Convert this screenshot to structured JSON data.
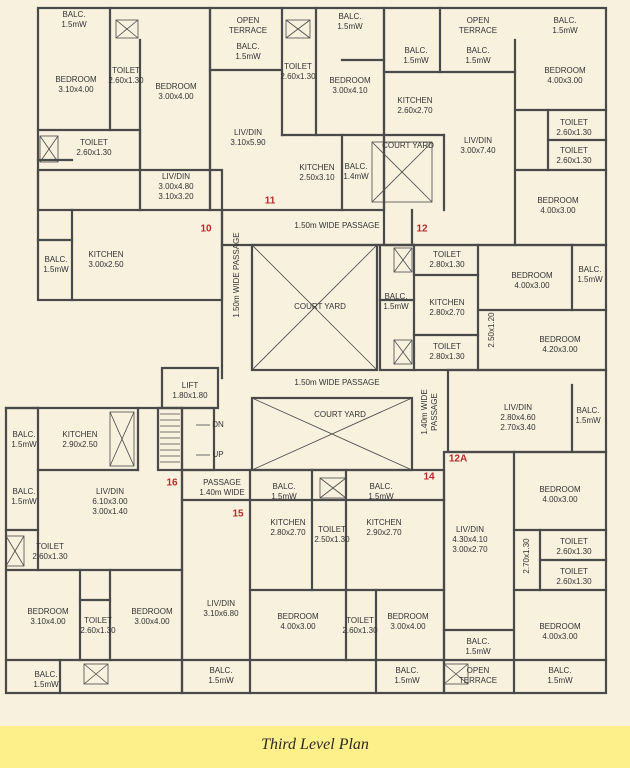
{
  "title": "Third Level Plan",
  "colors": {
    "background": "#f7f1de",
    "wall": "#4a4a4a",
    "caption_bar": "#fdf08a",
    "marker": "#c0262c"
  },
  "rooms": [
    {
      "id": "balc-a1",
      "name": "BALC.",
      "dim": "1.5mW"
    },
    {
      "id": "toilet-a1",
      "name": "TOILET",
      "dim": "2.60x1.30"
    },
    {
      "id": "bed-a1",
      "name": "BEDROOM",
      "dim": "3.10x4.00"
    },
    {
      "id": "bed-a2",
      "name": "BEDROOM",
      "dim": "3.00x4.00"
    },
    {
      "id": "toilet-a2",
      "name": "TOILET",
      "dim": "2.60x1.30"
    },
    {
      "id": "livdin-a",
      "name": "LIV/DIN",
      "dim": "3.00x4.80\n3.10x3.20"
    },
    {
      "id": "balc-a2",
      "name": "BALC.",
      "dim": "1.5mW"
    },
    {
      "id": "kitchen-a",
      "name": "KITCHEN",
      "dim": "3.00x2.50"
    },
    {
      "id": "open-terrace-1",
      "name": "OPEN\nTERRACE",
      "dim": ""
    },
    {
      "id": "balc-b1",
      "name": "BALC.",
      "dim": "1.5mW"
    },
    {
      "id": "livdin-b",
      "name": "LIV/DIN",
      "dim": "3.10x5.90"
    },
    {
      "id": "toilet-b1",
      "name": "TOILET",
      "dim": "2.60x1.30"
    },
    {
      "id": "balc-b2",
      "name": "BALC.",
      "dim": "1.5mW"
    },
    {
      "id": "bed-b1",
      "name": "BEDROOM",
      "dim": "3.00x4.10"
    },
    {
      "id": "kitchen-b",
      "name": "KITCHEN",
      "dim": "2.50x3.10"
    },
    {
      "id": "balc-b3",
      "name": "BALC.",
      "dim": "1.4mW"
    },
    {
      "id": "courtyard-1",
      "name": "COURT YARD",
      "dim": ""
    },
    {
      "id": "balc-c1",
      "name": "BALC.",
      "dim": "1.5mW"
    },
    {
      "id": "kitchen-c",
      "name": "KITCHEN",
      "dim": "2.60x2.70"
    },
    {
      "id": "open-terrace-2",
      "name": "OPEN\nTERRACE",
      "dim": ""
    },
    {
      "id": "balc-c2",
      "name": "BALC.",
      "dim": "1.5mW"
    },
    {
      "id": "livdin-c",
      "name": "LIV/DIN",
      "dim": "3.00x7.40"
    },
    {
      "id": "balc-c3",
      "name": "BALC.",
      "dim": "1.5mW"
    },
    {
      "id": "bed-c1",
      "name": "BEDROOM",
      "dim": "4.00x3.00"
    },
    {
      "id": "toilet-c1",
      "name": "TOILET",
      "dim": "2.60x1.30"
    },
    {
      "id": "toilet-c2",
      "name": "TOILET",
      "dim": "2.60x1.30"
    },
    {
      "id": "bed-c2",
      "name": "BEDROOM",
      "dim": "4.00x3.00"
    },
    {
      "id": "passage-top",
      "name": "1.50m WIDE PASSAGE",
      "dim": ""
    },
    {
      "id": "passage-left",
      "name": "1.50m WIDE PASSAGE",
      "dim": "",
      "rot": true
    },
    {
      "id": "courtyard-2",
      "name": "COURT YARD",
      "dim": ""
    },
    {
      "id": "toilet-d1",
      "name": "TOILET",
      "dim": "2.80x1.30"
    },
    {
      "id": "balc-d1",
      "name": "BALC.",
      "dim": "1.5mW"
    },
    {
      "id": "kitchen-d",
      "name": "KITCHEN",
      "dim": "2.80x2.70"
    },
    {
      "id": "toilet-d2",
      "name": "TOILET",
      "dim": "2.80x1.30"
    },
    {
      "id": "bed-d1",
      "name": "BEDROOM",
      "dim": "4.00x3.00"
    },
    {
      "id": "balc-d2",
      "name": "BALC.",
      "dim": "1.5mW"
    },
    {
      "id": "bed-d2",
      "name": "BEDROOM",
      "dim": "4.20x3.00"
    },
    {
      "id": "dim-d",
      "name": "2.50x1.20",
      "dim": "",
      "rot": true
    },
    {
      "id": "passage-mid",
      "name": "1.50m WIDE PASSAGE",
      "dim": ""
    },
    {
      "id": "lift",
      "name": "LIFT",
      "dim": "1.80x1.80"
    },
    {
      "id": "courtyard-3",
      "name": "COURT YARD",
      "dim": ""
    },
    {
      "id": "passage-right",
      "name": "1.40m WIDE\nPASSAGE",
      "dim": "",
      "rot": true
    },
    {
      "id": "livdin-d",
      "name": "LIV/DIN",
      "dim": "2.80x4.60\n2.70x3.40"
    },
    {
      "id": "balc-d3",
      "name": "BALC.",
      "dim": "1.5mW"
    },
    {
      "id": "balc-e1",
      "name": "BALC.",
      "dim": "1.5mW"
    },
    {
      "id": "kitchen-e",
      "name": "KITCHEN",
      "dim": "2.90x2.50"
    },
    {
      "id": "stair-dn",
      "name": "DN",
      "dim": ""
    },
    {
      "id": "stair-up",
      "name": "UP",
      "dim": ""
    },
    {
      "id": "passage-small",
      "name": "PASSAGE",
      "dim": "1.40m WIDE"
    },
    {
      "id": "balc-e2",
      "name": "BALC.",
      "dim": "1.5mW"
    },
    {
      "id": "livdin-e",
      "name": "LIV/DIN",
      "dim": "6.10x3.00\n3.00x1.40"
    },
    {
      "id": "toilet-e1",
      "name": "TOILET",
      "dim": "2.60x1.30"
    },
    {
      "id": "bed-e1",
      "name": "BEDROOM",
      "dim": "3.10x4.00"
    },
    {
      "id": "toilet-e2",
      "name": "TOILET",
      "dim": "2.60x1.30"
    },
    {
      "id": "bed-e2",
      "name": "BEDROOM",
      "dim": "3.00x4.00"
    },
    {
      "id": "balc-e3",
      "name": "BALC.",
      "dim": "1.5mW"
    },
    {
      "id": "balc-f1",
      "name": "BALC.",
      "dim": "1.5mW"
    },
    {
      "id": "balc-f2",
      "name": "BALC.",
      "dim": "1.5mW"
    },
    {
      "id": "kitchen-f1",
      "name": "KITCHEN",
      "dim": "2.80x2.70"
    },
    {
      "id": "toilet-f1",
      "name": "TOILET",
      "dim": "2.50x1.30"
    },
    {
      "id": "kitchen-f2",
      "name": "KITCHEN",
      "dim": "2.90x2.70"
    },
    {
      "id": "livdin-f",
      "name": "LIV/DIN",
      "dim": "3.10x6.80"
    },
    {
      "id": "bed-f1",
      "name": "BEDROOM",
      "dim": "4.00x3.00"
    },
    {
      "id": "toilet-f2",
      "name": "TOILET",
      "dim": "2.60x1.30"
    },
    {
      "id": "bed-f2",
      "name": "BEDROOM",
      "dim": "3.00x4.00"
    },
    {
      "id": "balc-f3",
      "name": "BALC.",
      "dim": "1.5mW"
    },
    {
      "id": "balc-f4",
      "name": "BALC.",
      "dim": "1.5mW"
    },
    {
      "id": "livdin-g",
      "name": "LIV/DIN",
      "dim": "4.30x4.10\n3.00x2.70"
    },
    {
      "id": "bed-g1",
      "name": "BEDROOM",
      "dim": "4.00x3.00"
    },
    {
      "id": "dim-g",
      "name": "2.70x1.30",
      "dim": "",
      "rot": true
    },
    {
      "id": "toilet-g1",
      "name": "TOILET",
      "dim": "2.60x1.30"
    },
    {
      "id": "toilet-g2",
      "name": "TOILET",
      "dim": "2.60x1.30"
    },
    {
      "id": "bed-g2",
      "name": "BEDROOM",
      "dim": "4.00x3.00"
    },
    {
      "id": "balc-g1",
      "name": "BALC.",
      "dim": "1.5mW"
    },
    {
      "id": "open-terrace-3",
      "name": "OPEN\nTERRACE",
      "dim": ""
    },
    {
      "id": "balc-g2",
      "name": "BALC.",
      "dim": "1.5mW"
    }
  ],
  "markers": [
    {
      "id": "m10",
      "text": "10"
    },
    {
      "id": "m11",
      "text": "11"
    },
    {
      "id": "m12",
      "text": "12"
    },
    {
      "id": "m12a",
      "text": "12A"
    },
    {
      "id": "m14",
      "text": "14"
    },
    {
      "id": "m15",
      "text": "15"
    },
    {
      "id": "m16",
      "text": "16"
    }
  ]
}
